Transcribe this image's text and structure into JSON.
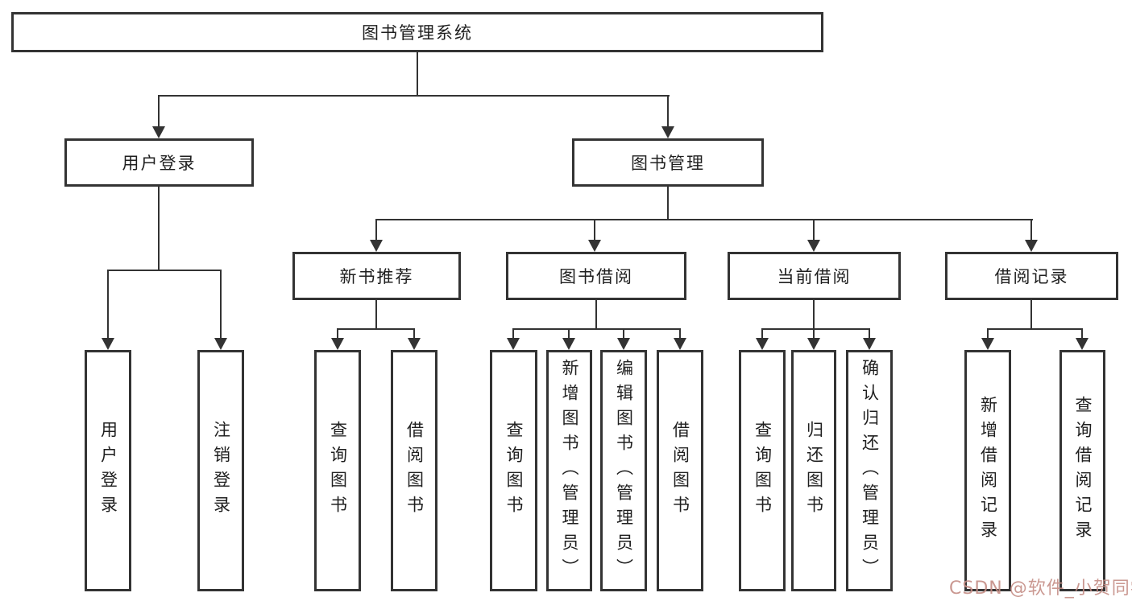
{
  "diagram": {
    "root": {
      "label": "图书管理系统"
    },
    "branches": {
      "user_login": {
        "label": "用户登录"
      },
      "book_management": {
        "label": "图书管理"
      }
    },
    "modules": {
      "new_book_recommend": {
        "label": "新书推荐"
      },
      "book_borrow": {
        "label": "图书借阅"
      },
      "current_borrow": {
        "label": "当前借阅"
      },
      "borrow_records": {
        "label": "借阅记录"
      }
    },
    "leaves": {
      "user_login": {
        "label": "用户登录"
      },
      "logout": {
        "label": "注销登录"
      },
      "query_books_1": {
        "label": "查询图书"
      },
      "borrow_books_1": {
        "label": "借阅图书"
      },
      "query_books_2": {
        "label": "查询图书"
      },
      "add_books_admin": {
        "label": "新增图书（管理员）"
      },
      "edit_books_admin": {
        "label": "编辑图书（管理员）"
      },
      "borrow_books_2": {
        "label": "借阅图书"
      },
      "query_books_3": {
        "label": "查询图书"
      },
      "return_books": {
        "label": "归还图书"
      },
      "confirm_return_admin": {
        "label": "确认归还（管理员）"
      },
      "add_borrow_record": {
        "label": "新增借阅记录"
      },
      "query_borrow_record": {
        "label": "查询借阅记录"
      }
    }
  },
  "watermark": {
    "text": "CSDN @软件_小贺同学",
    "color": "#c48d85"
  },
  "colors": {
    "line": "#333333",
    "text": "#1f1f1f",
    "background": "#ffffff"
  }
}
